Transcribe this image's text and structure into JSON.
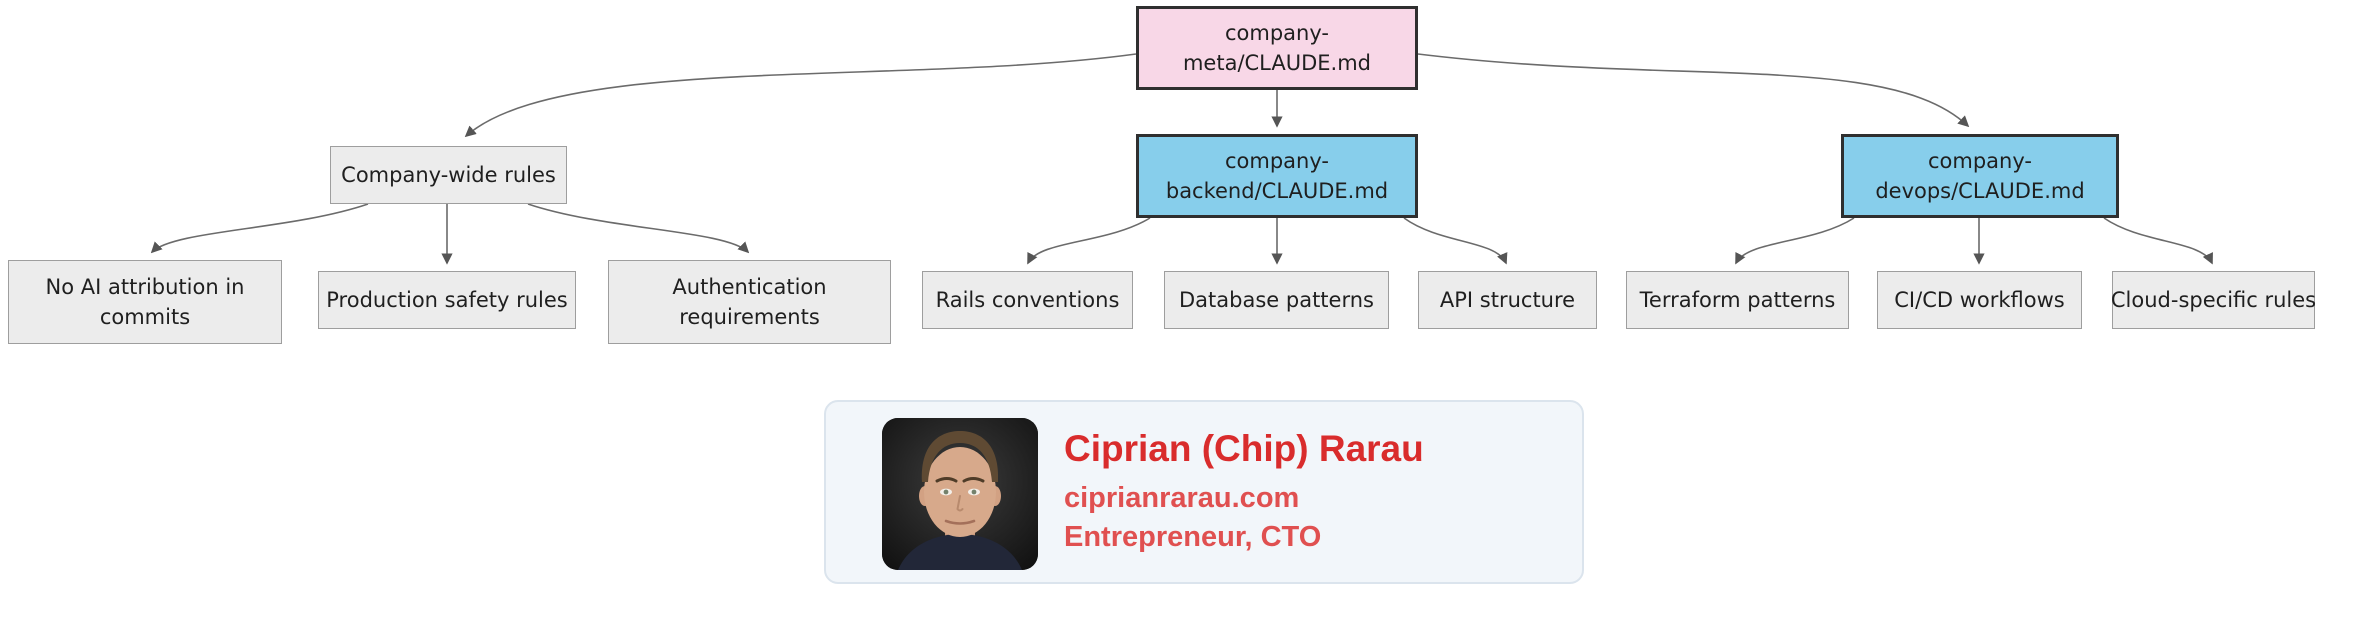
{
  "diagram": {
    "type": "flowchart-top-down",
    "nodes": [
      {
        "id": "company-meta",
        "label": "company-meta/CLAUDE.md",
        "lines": [
          "company-",
          "meta/CLAUDE.md"
        ],
        "kind": "root"
      },
      {
        "id": "company-wide-rules",
        "label": "Company-wide rules",
        "lines": [
          "Company-wide rules"
        ],
        "kind": "group"
      },
      {
        "id": "company-backend",
        "label": "company-backend/CLAUDE.md",
        "lines": [
          "company-",
          "backend/CLAUDE.md"
        ],
        "kind": "branch"
      },
      {
        "id": "company-devops",
        "label": "company-devops/CLAUDE.md",
        "lines": [
          "company-",
          "devops/CLAUDE.md"
        ],
        "kind": "branch"
      },
      {
        "id": "no-ai-attribution",
        "label": "No AI attribution in commits",
        "lines": [
          "No AI attribution in",
          "commits"
        ],
        "kind": "leaf"
      },
      {
        "id": "production-safety",
        "label": "Production safety rules",
        "lines": [
          "Production safety rules"
        ],
        "kind": "leaf"
      },
      {
        "id": "auth-requirements",
        "label": "Authentication requirements",
        "lines": [
          "Authentication",
          "requirements"
        ],
        "kind": "leaf"
      },
      {
        "id": "rails-conventions",
        "label": "Rails conventions",
        "lines": [
          "Rails conventions"
        ],
        "kind": "leaf"
      },
      {
        "id": "database-patterns",
        "label": "Database patterns",
        "lines": [
          "Database patterns"
        ],
        "kind": "leaf"
      },
      {
        "id": "api-structure",
        "label": "API structure",
        "lines": [
          "API structure"
        ],
        "kind": "leaf"
      },
      {
        "id": "terraform-patterns",
        "label": "Terraform patterns",
        "lines": [
          "Terraform patterns"
        ],
        "kind": "leaf"
      },
      {
        "id": "cicd-workflows",
        "label": "CI/CD workflows",
        "lines": [
          "CI/CD workflows"
        ],
        "kind": "leaf"
      },
      {
        "id": "cloud-specific",
        "label": "Cloud-specific rules",
        "lines": [
          "Cloud-specific rules"
        ],
        "kind": "leaf"
      }
    ],
    "edges": [
      [
        "company-meta",
        "company-wide-rules"
      ],
      [
        "company-meta",
        "company-backend"
      ],
      [
        "company-meta",
        "company-devops"
      ],
      [
        "company-wide-rules",
        "no-ai-attribution"
      ],
      [
        "company-wide-rules",
        "production-safety"
      ],
      [
        "company-wide-rules",
        "auth-requirements"
      ],
      [
        "company-backend",
        "rails-conventions"
      ],
      [
        "company-backend",
        "database-patterns"
      ],
      [
        "company-backend",
        "api-structure"
      ],
      [
        "company-devops",
        "terraform-patterns"
      ],
      [
        "company-devops",
        "cicd-workflows"
      ],
      [
        "company-devops",
        "cloud-specific"
      ]
    ],
    "colors": {
      "root_fill": "#f8d7e7",
      "branch_fill": "#87ceeb",
      "leaf_fill": "#ececec",
      "dark_border": "#2f2f2f",
      "leaf_border": "#9e9e9e",
      "edge": "#6b6b6b"
    }
  },
  "profile_card": {
    "name": "Ciprian (Chip) Rarau",
    "website": "ciprianrarau.com",
    "role": "Entrepreneur, CTO",
    "accent_color": "#d92c2c",
    "photo": "headshot-photo",
    "background": "#f2f6fa"
  }
}
